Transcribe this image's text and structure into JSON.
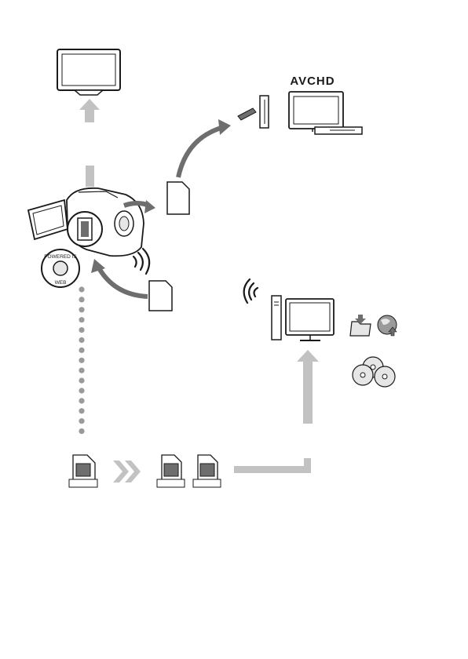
{
  "labels": {
    "avchd_logo": "AVCHD",
    "camera_badge_top": "POWERED IS",
    "camera_badge_bottom": "WEB"
  },
  "colors": {
    "arrow_gray": "#c2c2c2",
    "arrow_dark": "#6e6e6e",
    "line": "#1a1a1a",
    "fill_light": "#e6e6e6",
    "dot": "#9a9a9a"
  }
}
